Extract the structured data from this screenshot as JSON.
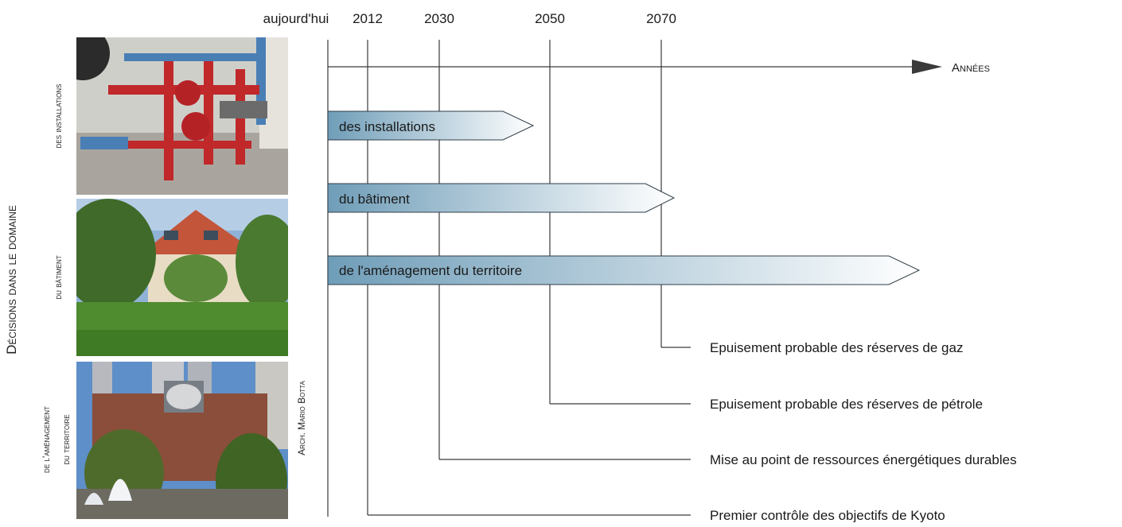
{
  "timeline": {
    "markers": [
      "aujourd'hui",
      "2012",
      "2030",
      "2050",
      "2070"
    ],
    "axis_label": "Années"
  },
  "side": {
    "main_label": "Décisions dans le domaine",
    "label_installations": "des installations",
    "label_batiment": "du bâtiment",
    "label_territoire_1": "de l'aménagement",
    "label_territoire_2": "du territoire",
    "credit": "Arch. Mario Botta"
  },
  "arrows": [
    {
      "label": "des installations",
      "ends_at": "2050"
    },
    {
      "label": "du bâtiment",
      "ends_at": "2070"
    },
    {
      "label": "de l'aménagement du territoire",
      "ends_at": "beyond 2070"
    }
  ],
  "milestones": [
    {
      "label": "Epuisement probable des réserves de gaz",
      "year": "2070"
    },
    {
      "label": "Epuisement probable des réserves de pétrole",
      "year": "2050"
    },
    {
      "label": "Mise au point de ressources énergétiques durables",
      "year": "2030"
    },
    {
      "label": "Premier contrôle des objectifs de Kyoto",
      "year": "2012"
    }
  ],
  "colors": {
    "line": "#3a3a3a",
    "arrow_start": "#6f9db8",
    "arrow_end": "#ffffff",
    "arrow_stroke": "#2f3e48"
  }
}
